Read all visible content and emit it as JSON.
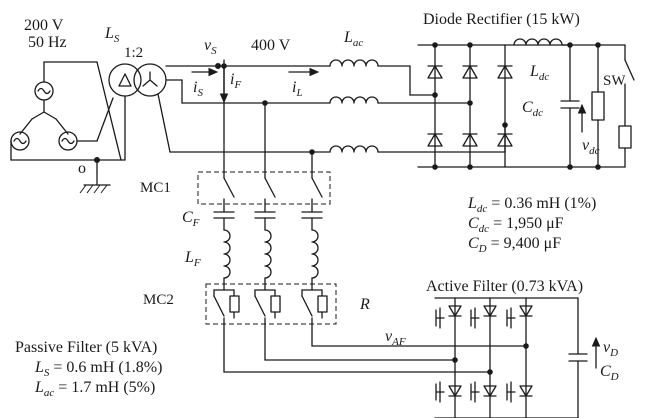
{
  "source": {
    "voltage": "200 V",
    "frequency": "50 Hz"
  },
  "labels": {
    "ls": "L",
    "ls_sub": "S",
    "ratio": "1:2",
    "vs": "v",
    "vs_sub": "S",
    "bus_voltage": "400 V",
    "lac": "L",
    "lac_sub": "ac",
    "is": "i",
    "is_sub": "S",
    "if": "i",
    "if_sub": "F",
    "il": "i",
    "il_sub": "L",
    "neutral": "o",
    "mc1": "MC1",
    "mc2": "MC2",
    "cf": "C",
    "cf_sub": "F",
    "lf": "L",
    "lf_sub": "F",
    "r": "R",
    "vaf": "v",
    "vaf_sub": "AF",
    "ldc": "L",
    "ldc_sub": "dc",
    "cdc": "C",
    "cdc_sub": "dc",
    "vdc": "v",
    "vdc_sub": "dc",
    "sw": "SW",
    "vd": "v",
    "vd_sub": "D",
    "cd": "C",
    "cd_sub": "D"
  },
  "rectifier": {
    "title": "Diode Rectifier (15 kW)"
  },
  "active_filter": {
    "title": "Active Filter (0.73 kVA)"
  },
  "passive_filter": {
    "title": "Passive Filter (5 kVA)",
    "ls_value": "= 0.6 mH (1.8%)",
    "lac_value": "= 1.7 mH (5%)"
  },
  "params": {
    "ldc_value": "= 0.36 mH (1%)",
    "cdc_value": "= 1,950 μF",
    "cd_value": "= 9,400 μF"
  }
}
